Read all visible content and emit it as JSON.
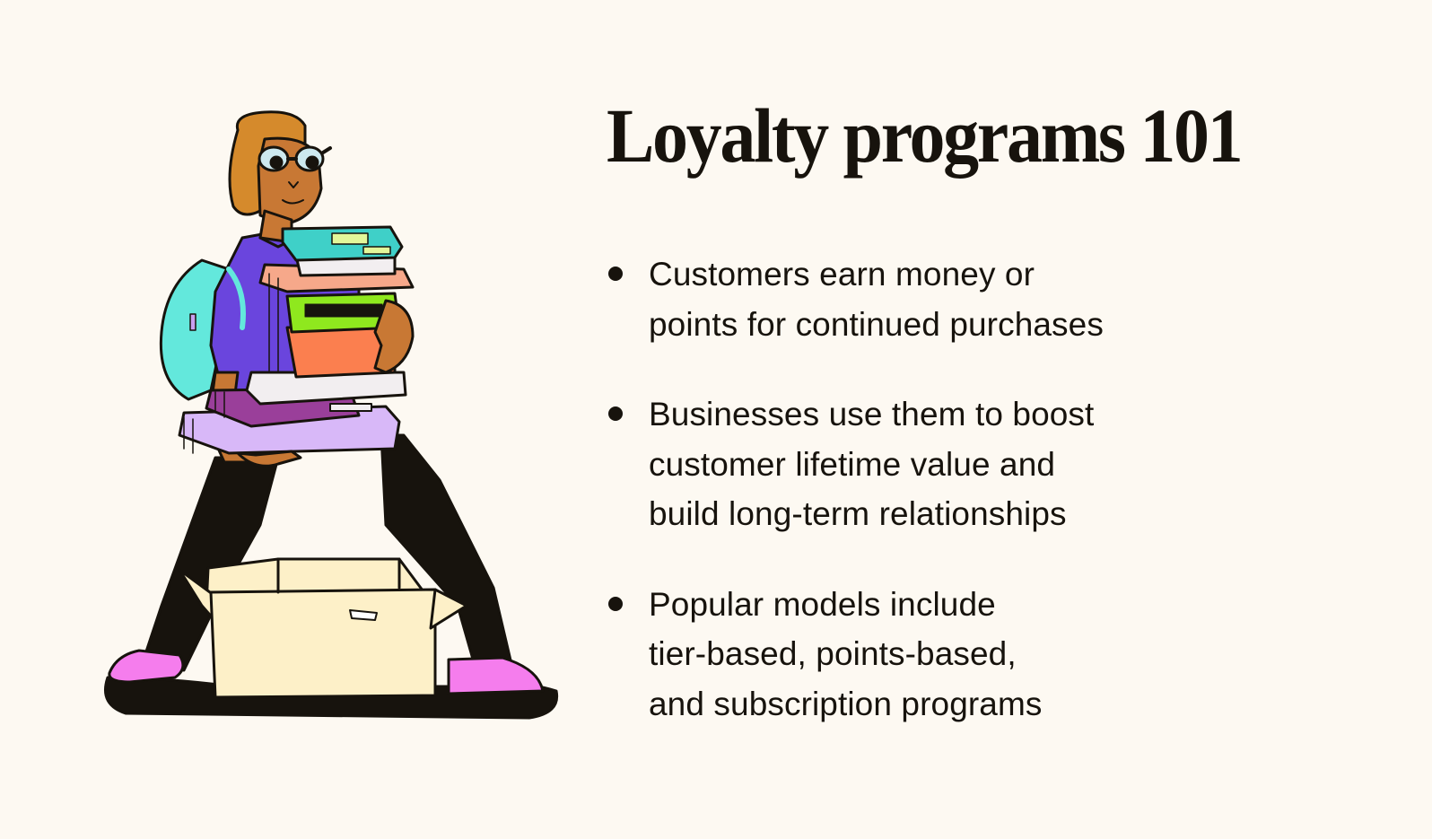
{
  "page": {
    "title": "Loyalty programs 101",
    "background_color": "#fdf9f2",
    "text_color": "#17130d"
  },
  "illustration": {
    "description": "Cartoon person with glasses and teal backpack carrying a stack of colorful books, standing over an open cardboard box",
    "colors": {
      "skin": "#c87834",
      "hair": "#d58a2c",
      "shirt": "#6a45dd",
      "backpack": "#63e8dc",
      "pants": "#17130d",
      "shoes": "#f57ded",
      "box": "#fdf0c8",
      "book_teal": "#3fd0c8",
      "book_salmon": "#f6a88a",
      "book_green": "#8fe81e",
      "book_orange": "#fb7f4f",
      "book_purple": "#9a3f9a",
      "book_lavender": "#d8b8f8",
      "book_label": "#e3f79a"
    }
  },
  "bullets": [
    {
      "lines": [
        "Customers earn money or",
        "points for continued purchases"
      ]
    },
    {
      "lines": [
        "Businesses use them to boost",
        "customer lifetime value and",
        "build long-term relationships"
      ]
    },
    {
      "lines": [
        "Popular models include",
        "tier-based, points-based,",
        "and subscription programs"
      ]
    }
  ]
}
